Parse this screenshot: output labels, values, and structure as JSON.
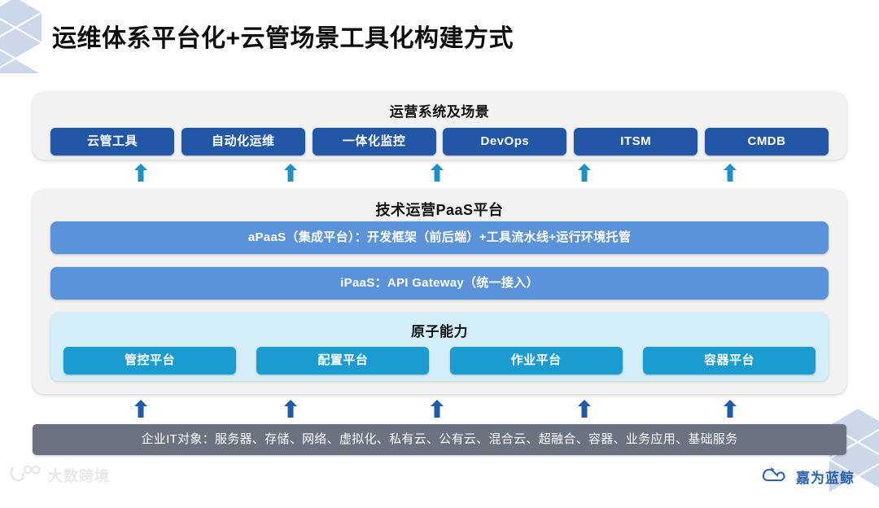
{
  "page": {
    "title": "运维体系平台化+云管场景工具化构建方式"
  },
  "scenarios": {
    "band_title": "运营系统及场景",
    "items": [
      {
        "label": "云管工具"
      },
      {
        "label": "自动化运维"
      },
      {
        "label": "一体化监控"
      },
      {
        "label": "DevOps"
      },
      {
        "label": "ITSM"
      },
      {
        "label": "CMDB"
      }
    ]
  },
  "paas": {
    "band_title": "技术运营PaaS平台",
    "apaas_label": "aPaaS（集成平台）：开发框架（前后端）+工具流水线+运行环境托管",
    "ipaas_label": "iPaaS：API Gateway（统一接入）",
    "atomic": {
      "band_title": "原子能力",
      "items": [
        {
          "label": "管控平台"
        },
        {
          "label": "配置平台"
        },
        {
          "label": "作业平台"
        },
        {
          "label": "容器平台"
        }
      ]
    }
  },
  "infra": {
    "label": "企业IT对象：服务器、存储、网络、虚拟化、私有云、公有云、混合云、超融合、容器、业务应用、基础服务"
  },
  "arrows": {
    "upper_color": "#1f8fc4",
    "lower_color": "#1f5bab",
    "positions": [
      164,
      348,
      528,
      709,
      888
    ]
  },
  "footer": {
    "left_text": "大数跨境",
    "right_text": "嘉为蓝鲸"
  },
  "colors": {
    "chip_dark_blue": "#2257a8",
    "chip_cyan": "#1a9cd0",
    "paas_row_blue": "#5b93da",
    "band_gray": "#f2f2f2",
    "atomic_band": "#d3edf9",
    "infra_gray": "#6b7280",
    "deco_hex": "#ccd7ea"
  }
}
